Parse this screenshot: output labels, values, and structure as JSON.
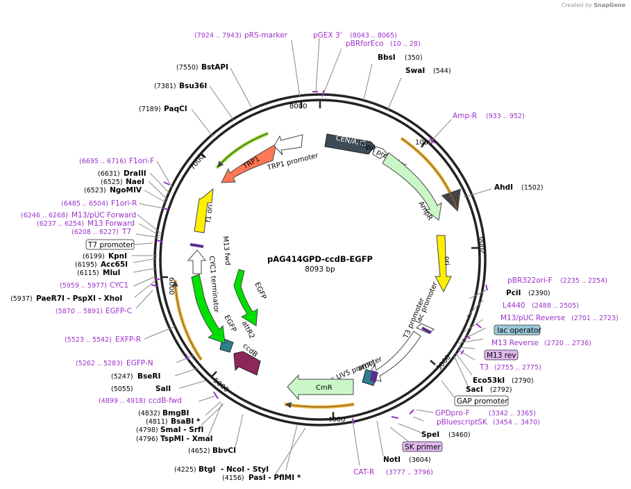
{
  "credit": {
    "prefix": "Created by",
    "brand": "SnapGene"
  },
  "plasmid": {
    "name": "pAG414GPD-ccdB-EGFP",
    "size": "8093 bp"
  },
  "colors": {
    "primer": "#9b30c9",
    "backbone": "#222222"
  },
  "ticks": [
    "1000",
    "2000",
    "3000",
    "4000",
    "5000",
    "6000",
    "7000",
    "8000"
  ],
  "features": [
    {
      "name": "CEN/ARS",
      "color": "#3d4a57"
    },
    {
      "name": "AmpR promoter",
      "color": "#ffffff"
    },
    {
      "name": "AmpR",
      "color": "#c9f7c7"
    },
    {
      "name": "ori",
      "color": "#ffef00"
    },
    {
      "name": "lac promoter",
      "color": "#ffffff"
    },
    {
      "name": "T3 promoter",
      "color": "#ffffff"
    },
    {
      "name": "lac UV5 promoter",
      "color": "#ffffff"
    },
    {
      "name": "attR1",
      "color": "#2f7f8f"
    },
    {
      "name": "CmR",
      "color": "#c9f7c7"
    },
    {
      "name": "ccdB",
      "color": "#8c2758"
    },
    {
      "name": "attR2",
      "color": "#2f7f8f"
    },
    {
      "name": "EGFP",
      "color": "#00e000"
    },
    {
      "name": "CYC1 terminator",
      "color": "#ffffff"
    },
    {
      "name": "M13 fwd",
      "color": "#9b30c9"
    },
    {
      "name": "f1 ori",
      "color": "#ffef00"
    },
    {
      "name": "TRP1",
      "color": "#ff7755"
    },
    {
      "name": "TRP1 promoter",
      "color": "#ffffff"
    }
  ],
  "labels": [
    {
      "name": "pRS-marker",
      "range": "(7924 .. 7943)",
      "type": "primer"
    },
    {
      "name": "pGEX 3'",
      "range": "(8043 .. 8065)",
      "type": "primer"
    },
    {
      "name": "pBRforEco",
      "range": "(10 .. 28)",
      "type": "primer"
    },
    {
      "name": "BbsI",
      "range": "(350)",
      "type": "enzyme"
    },
    {
      "name": "SwaI",
      "range": "(544)",
      "type": "enzyme"
    },
    {
      "name": "Amp-R",
      "range": "(933 .. 952)",
      "type": "primer"
    },
    {
      "name": "AhdI",
      "range": "(1502)",
      "type": "enzyme"
    },
    {
      "name": "pBR322ori-F",
      "range": "(2235 .. 2254)",
      "type": "primer"
    },
    {
      "name": "PciI",
      "range": "(2390)",
      "type": "enzyme"
    },
    {
      "name": "L4440",
      "range": "(2488 .. 2505)",
      "type": "primer"
    },
    {
      "name": "M13/pUC Reverse",
      "range": "(2701 .. 2723)",
      "type": "primer"
    },
    {
      "name": "lac operator",
      "range": "",
      "type": "boxteal"
    },
    {
      "name": "M13 rev",
      "range": "",
      "type": "boxviolet"
    },
    {
      "name": "M13 Reverse",
      "range": "(2720 .. 2736)",
      "type": "primer"
    },
    {
      "name": "T3",
      "range": "(2755 .. 2775)",
      "type": "primer"
    },
    {
      "name": "Eco53kI",
      "range": "(2790)",
      "type": "enzyme"
    },
    {
      "name": "SacI",
      "range": "(2792)",
      "type": "enzyme"
    },
    {
      "name": "GAP promoter",
      "range": "",
      "type": "boxwhite"
    },
    {
      "name": "GPDpro-F",
      "range": "(3342 .. 3365)",
      "type": "primer"
    },
    {
      "name": "pBluescriptSK",
      "range": "(3454 .. 3470)",
      "type": "primer"
    },
    {
      "name": "SpeI",
      "range": "(3460)",
      "type": "enzyme"
    },
    {
      "name": "SK primer",
      "range": "",
      "type": "boxviolet"
    },
    {
      "name": "NotI",
      "range": "(3604)",
      "type": "enzyme"
    },
    {
      "name": "CAT-R",
      "range": "(3777 .. 3796)",
      "type": "primer"
    },
    {
      "name": "BtgI",
      "range": "(4225)",
      "type": "enzyme"
    },
    {
      "name": "NcoI",
      "range": "",
      "type": "enzyme"
    },
    {
      "name": "StyI",
      "range": "",
      "type": "enzyme"
    },
    {
      "name": "PasI",
      "range": "(4156)",
      "type": "enzyme"
    },
    {
      "name": "PflMI *",
      "range": "",
      "type": "enzyme"
    },
    {
      "name": "BbvCI",
      "range": "(4652)",
      "type": "enzyme"
    },
    {
      "name": "SmaI",
      "range": "(4798)",
      "type": "enzyme"
    },
    {
      "name": "SrfI",
      "range": "",
      "type": "enzyme"
    },
    {
      "name": "TspMI",
      "range": "(4796)",
      "type": "enzyme"
    },
    {
      "name": "XmaI",
      "range": "",
      "type": "enzyme"
    },
    {
      "name": "BsaBI *",
      "range": "(4811)",
      "type": "enzyme"
    },
    {
      "name": "BmgBI",
      "range": "(4832)",
      "type": "enzyme"
    },
    {
      "name": "ccdB-fwd",
      "range": "(4899 .. 4918)",
      "type": "primer"
    },
    {
      "name": "SalI",
      "range": "(5055)",
      "type": "enzyme"
    },
    {
      "name": "BseRI",
      "range": "(5247)",
      "type": "enzyme"
    },
    {
      "name": "EGFP-N",
      "range": "(5262 .. 5283)",
      "type": "primer"
    },
    {
      "name": "EXFP-R",
      "range": "(5523 .. 5542)",
      "type": "primer"
    },
    {
      "name": "EGFP-C",
      "range": "(5870 .. 5891)",
      "type": "primer"
    },
    {
      "name": "PaeR7I",
      "range": "(5937)",
      "type": "enzyme"
    },
    {
      "name": "PspXI",
      "range": "",
      "type": "enzyme"
    },
    {
      "name": "XhoI",
      "range": "",
      "type": "enzyme"
    },
    {
      "name": "CYC1",
      "range": "(5959 .. 5977)",
      "type": "primer"
    },
    {
      "name": "MluI",
      "range": "(6115)",
      "type": "enzyme"
    },
    {
      "name": "Acc65I",
      "range": "(6195)",
      "type": "enzyme"
    },
    {
      "name": "KpnI",
      "range": "(6199)",
      "type": "enzyme"
    },
    {
      "name": "T7 promoter",
      "range": "",
      "type": "boxwhite"
    },
    {
      "name": "T7",
      "range": "(6208 .. 6227)",
      "type": "primer"
    },
    {
      "name": "M13 Forward",
      "range": "(6237 .. 6254)",
      "type": "primer"
    },
    {
      "name": "M13/pUC Forward",
      "range": "(6246 .. 6268)",
      "type": "primer"
    },
    {
      "name": "F1ori-R",
      "range": "(6485 .. 6504)",
      "type": "primer"
    },
    {
      "name": "NgoMIV",
      "range": "(6523)",
      "type": "enzyme"
    },
    {
      "name": "NaeI",
      "range": "(6525)",
      "type": "enzyme"
    },
    {
      "name": "DraIII",
      "range": "(6631)",
      "type": "enzyme"
    },
    {
      "name": "F1ori-F",
      "range": "(6695 .. 6716)",
      "type": "primer"
    },
    {
      "name": "PaqCI",
      "range": "(7189)",
      "type": "enzyme"
    },
    {
      "name": "Bsu36I",
      "range": "(7381)",
      "type": "enzyme"
    },
    {
      "name": "BstAPI",
      "range": "(7550)",
      "type": "enzyme"
    }
  ]
}
